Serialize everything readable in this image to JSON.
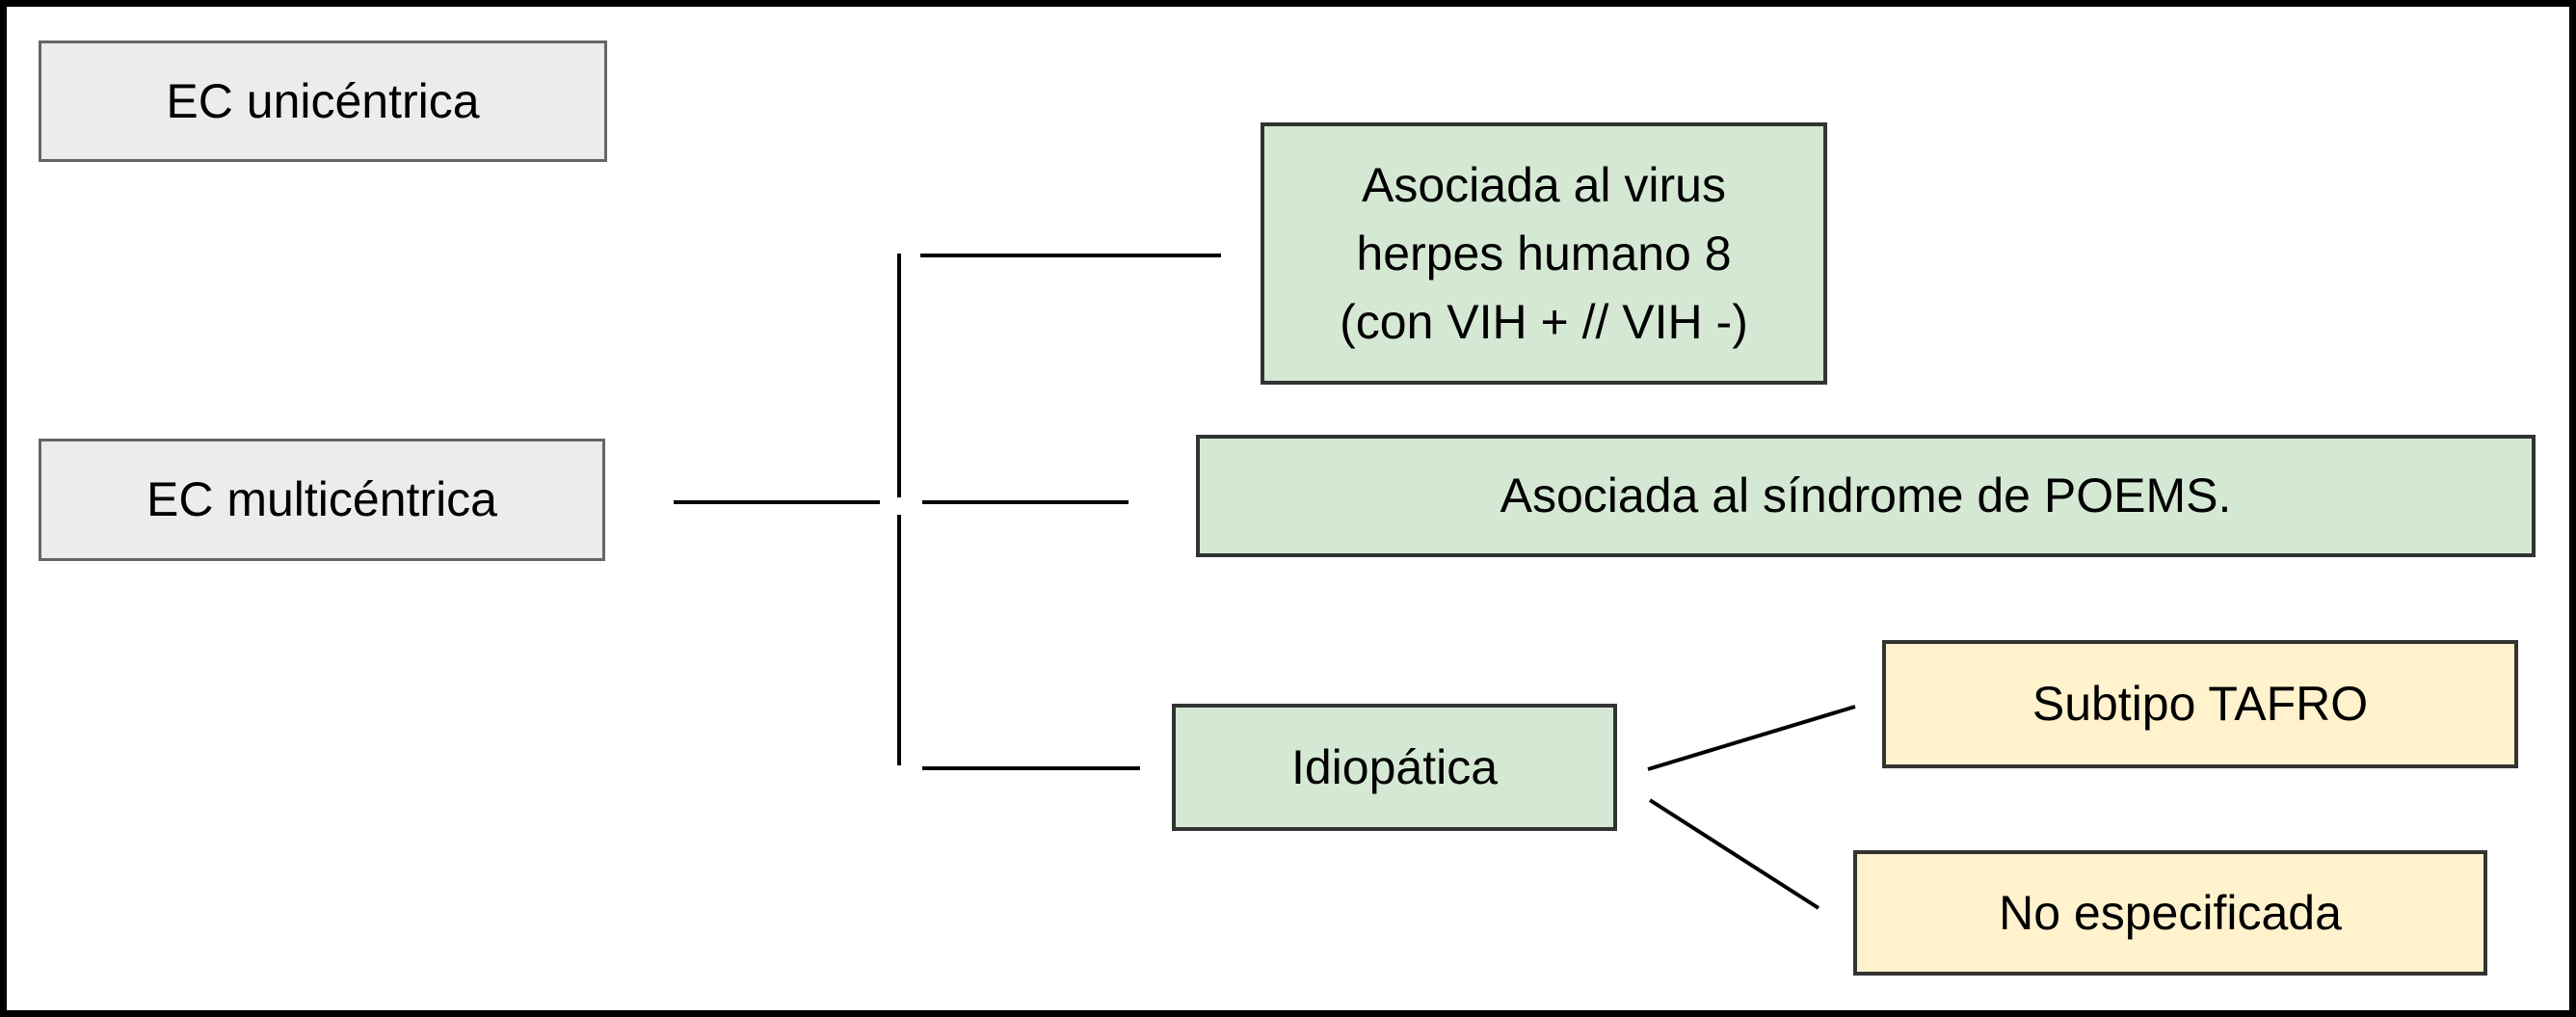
{
  "diagram": {
    "type": "flowchart",
    "language": "es",
    "topic": "Clasificación de la enfermedad de Castleman (EC)",
    "nodes": {
      "ec_unicentrica": {
        "label": "EC unicéntrica",
        "fill": "#ececec",
        "border": "#666666",
        "shape": "rectangle"
      },
      "ec_multicentrica": {
        "label": "EC multicéntrica",
        "fill": "#ececec",
        "border": "#666666",
        "shape": "rectangle"
      },
      "hhv8": {
        "label": "Asociada al virus herpes humano 8 (con VIH + // VIH -)",
        "fill": "#d5e8d4",
        "border": "#333333",
        "shape": "rectangle"
      },
      "poems": {
        "label": "Asociada al síndrome de POEMS.",
        "fill": "#d5e8d4",
        "border": "#333333",
        "shape": "rectangle"
      },
      "idiopatica": {
        "label": "Idiopática",
        "fill": "#d5e8d4",
        "border": "#333333",
        "shape": "rectangle"
      },
      "subtipo_tafro": {
        "label": "Subtipo TAFRO",
        "fill": "#fff2cc",
        "border": "#333333",
        "shape": "rectangle"
      },
      "no_especificada": {
        "label": "No especificada",
        "fill": "#fff2cc",
        "border": "#333333",
        "shape": "rectangle"
      }
    },
    "edges": [
      {
        "from": "ec_multicentrica",
        "to": "hhv8",
        "style": "elbow-branch"
      },
      {
        "from": "ec_multicentrica",
        "to": "poems",
        "style": "elbow-branch"
      },
      {
        "from": "ec_multicentrica",
        "to": "idiopatica",
        "style": "elbow-branch"
      },
      {
        "from": "idiopatica",
        "to": "subtipo_tafro",
        "style": "diagonal"
      },
      {
        "from": "idiopatica",
        "to": "no_especificada",
        "style": "diagonal"
      }
    ],
    "colors": {
      "background": "#ffffff",
      "frame_border": "#000000",
      "connector_line": "#000000",
      "grey_fill": "#ececec",
      "grey_border": "#666666",
      "green_fill": "#d5e8d4",
      "yellow_fill": "#fff2cc",
      "dark_border": "#333333",
      "text": "#000000"
    }
  }
}
